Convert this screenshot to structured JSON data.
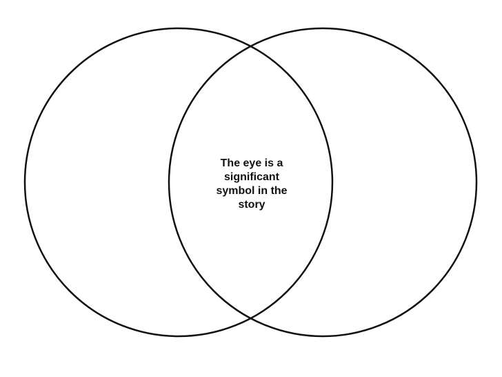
{
  "diagram": {
    "type": "venn",
    "sets": [
      {
        "id": "left"
      },
      {
        "id": "right"
      }
    ],
    "intersection": {
      "text": "The eye is a\nsignificant\nsymbol in the\nstory"
    },
    "stroke_color": "#111111",
    "background_color": "#ffffff"
  }
}
